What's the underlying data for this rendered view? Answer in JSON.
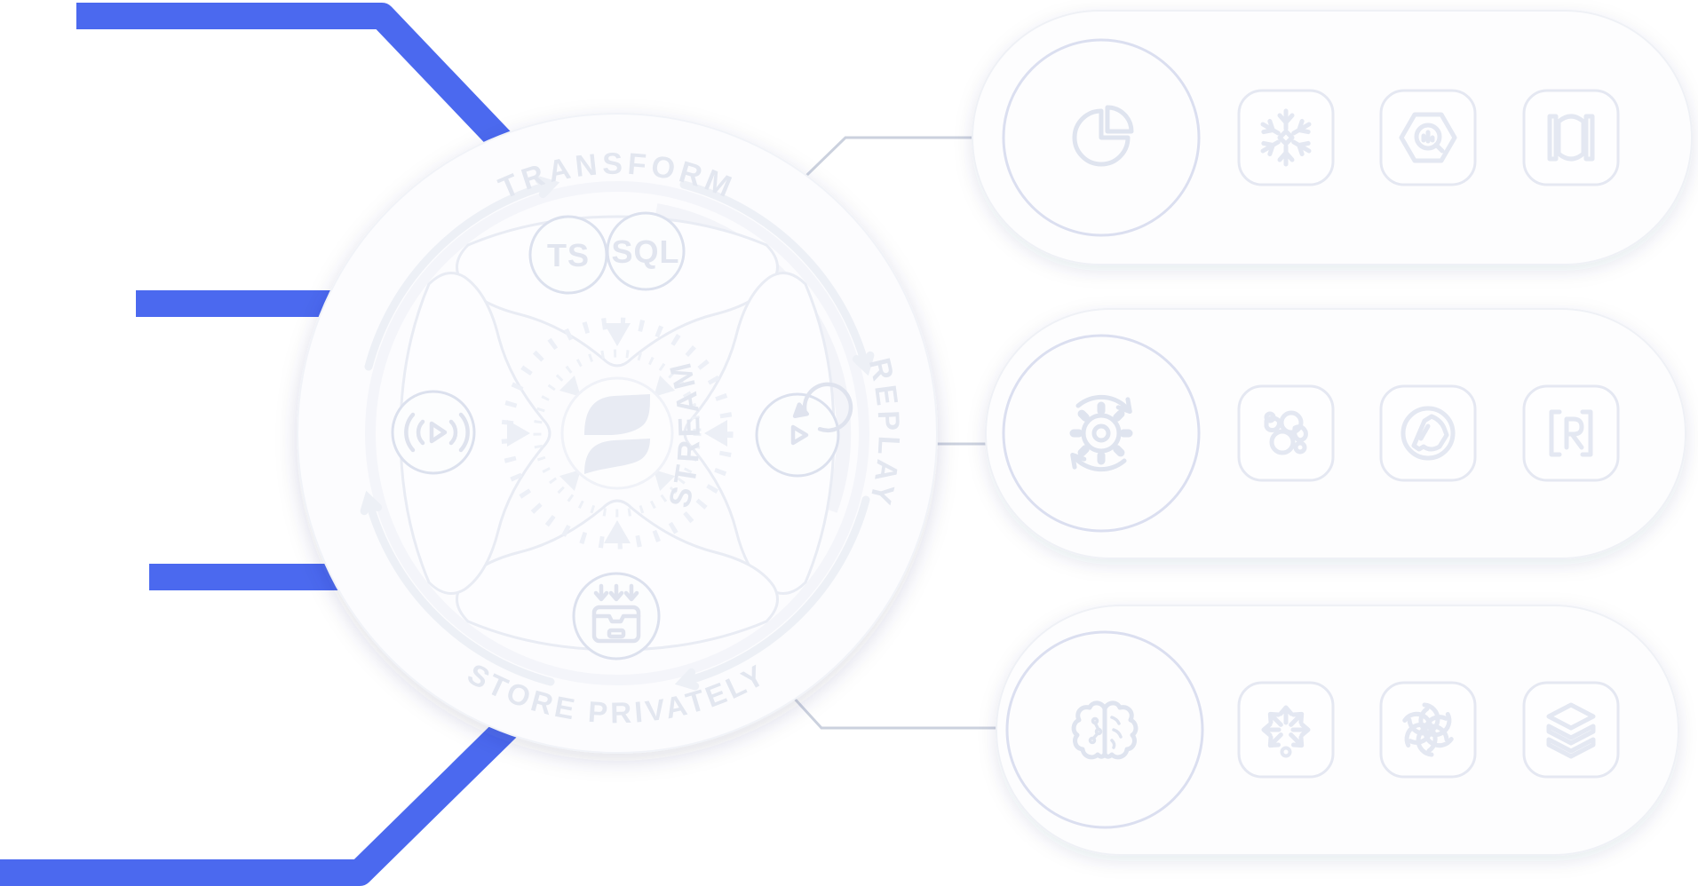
{
  "page": {
    "background": "#ffffff"
  },
  "colors": {
    "accent_blue": "#4b69ef",
    "connector_line": "#cbd1de",
    "hub_fill": "#fcfcfe",
    "card_fill": "#fdfdfe",
    "tile_fill": "#fefeff",
    "outline_soft": "#e9ecf4",
    "circle_outline": "#dde1f0",
    "icon_stroke": "#e2e6f0",
    "label_text": "#e3e7f0"
  },
  "hub": {
    "labels": {
      "top": "TRANSFORM",
      "right": "REPLAY",
      "bottom": "STORE PRIVATELY",
      "left": "STREAM"
    },
    "badges": {
      "ts": "TS",
      "sql": "SQL"
    },
    "nodes": {
      "left_icon": "broadcast-play-icon",
      "right_icon": "replay-icon",
      "bottom_icon": "archive-inbox-icon"
    },
    "center_icon": "flowcore-logo-mark"
  },
  "pipes": {
    "color": "#4b69ef",
    "segments": [
      "top-left-pipe",
      "mid-left-pipe",
      "lower-left-pipe",
      "bottom-left-pipe"
    ]
  },
  "cards": [
    {
      "name": "analytics-destinations",
      "circle_icon": "pie-chart-icon",
      "tiles": [
        "snowflake-icon",
        "bigquery-hexagon-icon",
        "data-warehouse-brackets-icon"
      ]
    },
    {
      "name": "processing-destinations",
      "circle_icon": "gear-sync-icon",
      "tiles": [
        "elasticsearch-cluster-icon",
        "mascot-circle-icon",
        "r-brackets-icon"
      ]
    },
    {
      "name": "ai-destinations",
      "circle_icon": "brain-icon",
      "tiles": [
        "radiating-arrows-icon",
        "openai-icon",
        "stacked-layers-icon"
      ]
    }
  ]
}
